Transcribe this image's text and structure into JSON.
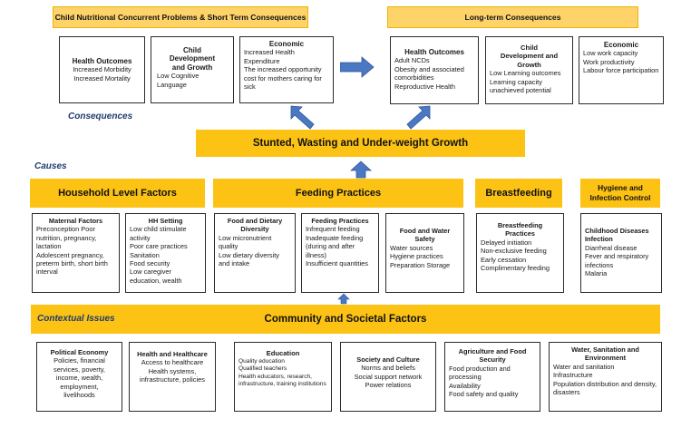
{
  "consequences": {
    "short_term_header": "Child Nutritional Concurrent Problems & Short Term Consequences",
    "long_term_header": "Long-term Consequences",
    "label": "Consequences",
    "short_term_boxes": [
      {
        "title": "Health Outcomes",
        "lines": [
          "Increased Morbidity",
          "Increased Mortality"
        ]
      },
      {
        "title": "Child Development and Growth",
        "lines": [
          "Low Cognitive Language"
        ]
      },
      {
        "title": "Economic",
        "lines": [
          "Increased Health Expenditure",
          "The increased opportunity cost for mothers caring for  sick"
        ]
      }
    ],
    "long_term_boxes": [
      {
        "title": "Health Outcomes",
        "lines": [
          "Adult NCDs",
          "Obesity and associated comorbidities",
          "Reproductive Health"
        ]
      },
      {
        "title": "Child Development and Growth",
        "lines": [
          "Low Learning outcomes",
          "Learning capacity unachieved potential"
        ]
      },
      {
        "title": "Economic",
        "lines": [
          "Low work capacity",
          "Work productivity",
          "Labour force participation"
        ]
      }
    ]
  },
  "central": "Stunted, Wasting and Under-weight Growth",
  "causes": {
    "label": "Causes",
    "household": {
      "header": "Household Level Factors",
      "boxes": [
        {
          "title": "Maternal Factors",
          "lines": [
            "Preconception Poor nutrition, pregnancy, lactation",
            "Adolescent pregnancy, preterm birth, short birth interval"
          ]
        },
        {
          "title": "HH Setting",
          "lines": [
            "Low child stimulate activity",
            "Poor care practices",
            "Sanitation",
            "Food security",
            "Low caregiver education, wealth"
          ]
        }
      ]
    },
    "feeding": {
      "header": "Feeding Practices",
      "boxes": [
        {
          "title": "Food and Dietary Diversity",
          "lines": [
            "Low micronutrient quality",
            "Low dietary diversity and intake"
          ]
        },
        {
          "title": "Feeding Practices",
          "lines": [
            "Infrequent feeding",
            "Inadequate feeding (during and after illness)",
            "Insufficient quantities"
          ]
        },
        {
          "title": "Food and Water Safety",
          "lines": [
            "Water sources",
            "Hygiene practices",
            "Preparation Storage"
          ]
        }
      ]
    },
    "breastfeeding": {
      "header": "Breastfeeding",
      "boxes": [
        {
          "title": "Breastfeeding Practices",
          "lines": [
            "Delayed initiation",
            "Non-exclusive feeding",
            "Early cessation",
            "Complimentary feeding"
          ]
        }
      ]
    },
    "hygiene": {
      "header": "Hygiene and Infection Control",
      "boxes": [
        {
          "title": "Childhood Diseases Infection",
          "lines": [
            "Diarrheal disease",
            "Fever and respiratory infections",
            "Malaria"
          ]
        }
      ]
    }
  },
  "contextual": {
    "label": "Contextual Issues",
    "header": "Community and Societal Factors",
    "boxes": [
      {
        "title": "Political Economy",
        "lines": [
          "Policies, financial services, poverty, income, wealth, employment, livelihoods"
        ]
      },
      {
        "title": "Health and Healthcare",
        "lines": [
          "Access to healthcare",
          "Health systems, infrastructure, policies"
        ]
      },
      {
        "title": "Education",
        "lines": [
          "Quality education",
          "Qualified teachers",
          "Health educators, research, infrastructure, training institutions"
        ]
      },
      {
        "title": "Society and Culture",
        "lines": [
          "Norms and beliefs",
          "Social support network",
          "Power relations"
        ]
      },
      {
        "title": "Agriculture and Food Security",
        "lines": [
          "Food production and processing",
          "Availability",
          "Food safety and quality"
        ]
      },
      {
        "title": "Water, Sanitation and Environment",
        "lines": [
          "Water and sanitation",
          "Infrastructure",
          "Population distribution and density, disasters"
        ]
      }
    ]
  },
  "colors": {
    "gold": "#fcc214",
    "gold_pale": "#fed36a",
    "arrow_blue": "#4a78c2"
  }
}
